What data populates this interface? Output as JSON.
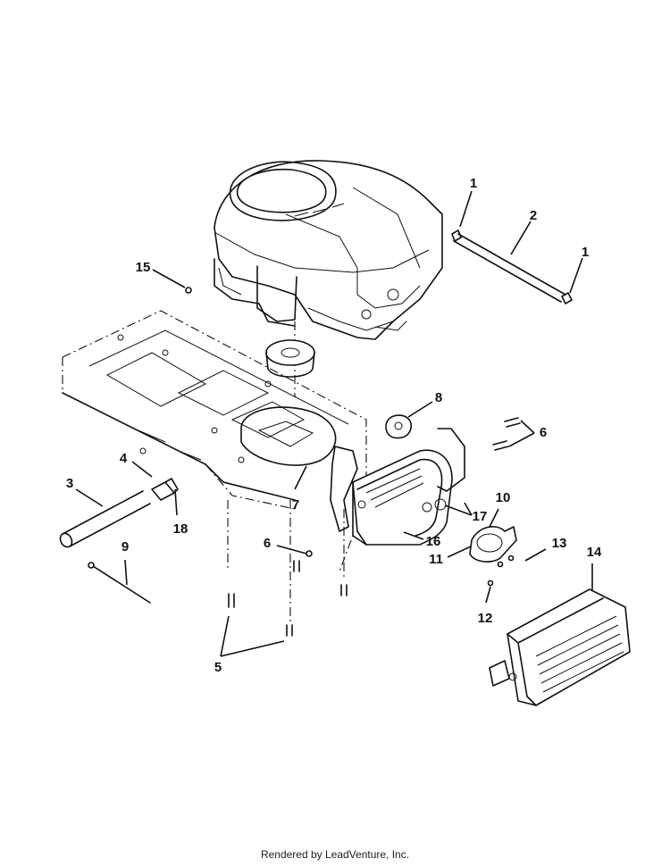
{
  "callouts": [
    {
      "id": "c1a",
      "label": "1"
    },
    {
      "id": "c2",
      "label": "2"
    },
    {
      "id": "c1b",
      "label": "1"
    },
    {
      "id": "c15",
      "label": "15"
    },
    {
      "id": "c8",
      "label": "8"
    },
    {
      "id": "c6a",
      "label": "6"
    },
    {
      "id": "c4",
      "label": "4"
    },
    {
      "id": "c3",
      "label": "3"
    },
    {
      "id": "c18",
      "label": "18"
    },
    {
      "id": "c7",
      "label": "7"
    },
    {
      "id": "c17",
      "label": "17"
    },
    {
      "id": "c10",
      "label": "10"
    },
    {
      "id": "c9",
      "label": "9"
    },
    {
      "id": "c6b",
      "label": "6"
    },
    {
      "id": "c16",
      "label": "16"
    },
    {
      "id": "c13",
      "label": "13"
    },
    {
      "id": "c11",
      "label": "11"
    },
    {
      "id": "c14",
      "label": "14"
    },
    {
      "id": "c12",
      "label": "12"
    },
    {
      "id": "c5",
      "label": "5"
    }
  ],
  "footer": {
    "text": "Rendered by LeadVenture, Inc."
  }
}
